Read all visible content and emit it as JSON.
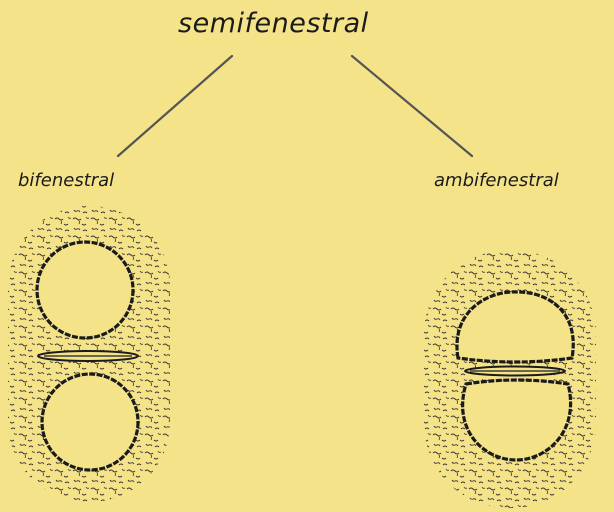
{
  "diagram": {
    "root_label": "semifenestral",
    "left_label": "bifenestral",
    "right_label": "ambifenestral",
    "colors": {
      "background": "#f5e38a",
      "ink": "#1b1b1b",
      "connector": "#555555"
    }
  }
}
